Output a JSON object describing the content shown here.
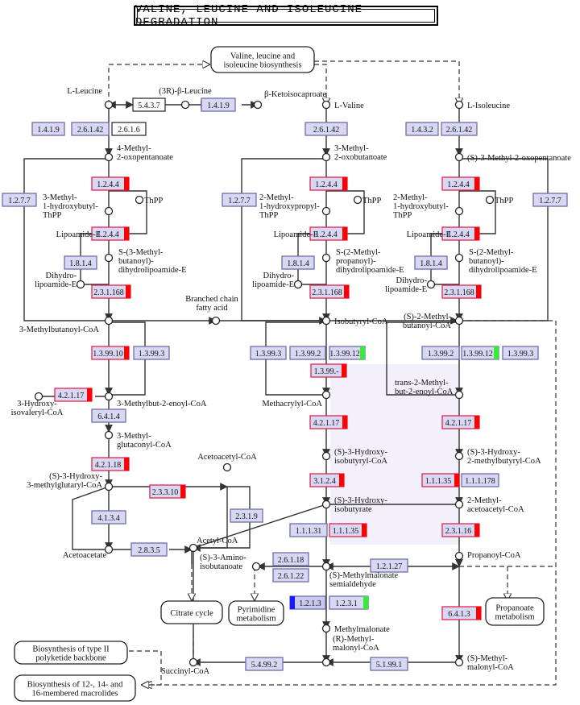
{
  "title": "VALINE, LEUCINE AND ISOLEUCINE DEGRADATION",
  "colors": {
    "enzyme_fill": "#d8d8f4",
    "enzyme_border": "#6e6ea8",
    "highlight_border": "#e0264a",
    "red_marker": "#ff0000",
    "green_marker": "#33ee33",
    "blue_marker": "#1a1aff",
    "line": "#333333",
    "region_fill": "#f3f0fb"
  },
  "enzymes": [
    {
      "label": "5.4.3.7",
      "style": "white"
    },
    {
      "label": "1.4.1.9",
      "style": "plain"
    },
    {
      "label": "1.4.1.9",
      "style": "plain"
    },
    {
      "label": "2.6.1.42",
      "style": "plain"
    },
    {
      "label": "2.6.1.6",
      "style": "white"
    },
    {
      "label": "2.6.1.42",
      "style": "plain"
    },
    {
      "label": "1.4.3.2",
      "style": "plain"
    },
    {
      "label": "2.6.1.42",
      "style": "plain"
    },
    {
      "label": "1.2.4.4",
      "style": "red"
    },
    {
      "label": "1.2.4.4",
      "style": "red"
    },
    {
      "label": "1.2.4.4",
      "style": "red"
    },
    {
      "label": "1.2.7.7",
      "style": "plain"
    },
    {
      "label": "1.2.7.7",
      "style": "plain"
    },
    {
      "label": "1.2.7.7",
      "style": "plain"
    },
    {
      "label": "1.2.4.4",
      "style": "red"
    },
    {
      "label": "1.2.4.4",
      "style": "red"
    },
    {
      "label": "1.2.4.4",
      "style": "red"
    },
    {
      "label": "1.8.1.4",
      "style": "plain"
    },
    {
      "label": "1.8.1.4",
      "style": "plain"
    },
    {
      "label": "1.8.1.4",
      "style": "plain"
    },
    {
      "label": "2.3.1.168",
      "style": "red"
    },
    {
      "label": "2.3.1.168",
      "style": "red"
    },
    {
      "label": "2.3.1.168",
      "style": "red"
    },
    {
      "label": "1.3.99.10",
      "style": "red"
    },
    {
      "label": "1.3.99.3",
      "style": "plain"
    },
    {
      "label": "1.3.99.3",
      "style": "plain"
    },
    {
      "label": "1.3.99.2",
      "style": "plain"
    },
    {
      "label": "1.3.99.12",
      "style": "green"
    },
    {
      "label": "1.3.99.-",
      "style": "red"
    },
    {
      "label": "1.3.99.2",
      "style": "plain"
    },
    {
      "label": "1.3.99.12",
      "style": "green"
    },
    {
      "label": "1.3.99.3",
      "style": "plain"
    },
    {
      "label": "4.2.1.17",
      "style": "red"
    },
    {
      "label": "6.4.1.4",
      "style": "plain"
    },
    {
      "label": "4.2.1.17",
      "style": "red"
    },
    {
      "label": "4.2.1.17",
      "style": "red"
    },
    {
      "label": "4.2.1.18",
      "style": "red"
    },
    {
      "label": "2.3.3.10",
      "style": "red"
    },
    {
      "label": "4.1.3.4",
      "style": "plain"
    },
    {
      "label": "2.3.1.9",
      "style": "plain"
    },
    {
      "label": "2.8.3.5",
      "style": "plain"
    },
    {
      "label": "3.1.2.4",
      "style": "red"
    },
    {
      "label": "1.1.1.35",
      "style": "red"
    },
    {
      "label": "1.1.1.178",
      "style": "plain"
    },
    {
      "label": "1.1.1.31",
      "style": "plain"
    },
    {
      "label": "1.1.1.35",
      "style": "red"
    },
    {
      "label": "2.3.1.16",
      "style": "red"
    },
    {
      "label": "2.6.1.18",
      "style": "plain"
    },
    {
      "label": "2.6.1.22",
      "style": "plain"
    },
    {
      "label": "1.2.1.27",
      "style": "plain"
    },
    {
      "label": "1.2.1.3",
      "style": "blue"
    },
    {
      "label": "1.2.3.1",
      "style": "green"
    },
    {
      "label": "6.4.1.3",
      "style": "red"
    },
    {
      "label": "5.4.99.2",
      "style": "plain"
    },
    {
      "label": "5.1.99.1",
      "style": "plain"
    }
  ],
  "compounds": [
    "L-Leucine",
    "(3R)-β-Leucine",
    "β-Ketoisocaproate",
    "L-Valine",
    "L-Isoleucine",
    "4-Methyl-\n2-oxopentanoate",
    "3-Methyl-\n2-oxobutanoate",
    "(S)-3-Methyl-2-oxopentanoate",
    "3-Methyl-\n1-hydroxybutyl-\nThPP",
    "2-Methyl-\n1-hydroxypropyl-\nThPP",
    "2-Methyl-\n1-hydroxybutyl-\nThPP",
    "ThPP",
    "ThPP",
    "ThPP",
    "Lipoamide-E",
    "Lipoamide-E",
    "Lipoamide-E",
    "S-(3-Methyl-\nbutanoyl)-\ndihydrolipoamide-E",
    "S-(2-Methyl-\npropanoyl)-\ndihydrolipoamide-E",
    "S-(2-Methyl-\nbutanoyl)-\ndihydrolipoamide-E",
    "Dihydro-\nlipoamide-E",
    "Dihydro-\nlipoamide-E",
    "Dihydro-\nlipoamide-E",
    "Branched chain\nfatty acid",
    "3-Methylbutanoyl-CoA",
    "Isobutyryl-CoA",
    "(S)-2-Methyl-\nbutanoyl-CoA",
    "3-Hydroxy-\nisovaleryl-CoA",
    "3-Methylbut-2-enoyl-CoA",
    "Methacrylyl-CoA",
    "trans-2-Methyl-\nbut-2-enoyl-CoA",
    "3-Methyl-\nglutaconyl-CoA",
    "(S)-3-Hydroxy-\nisobutyryl-CoA",
    "(S)-3-Hydroxy-\n2-methylbutyryl-CoA",
    "(S)-3-Hydroxy-\n3-methylglutaryl-CoA",
    "Acetoacetyl-CoA",
    "(S)-3-Hydroxy-\nisobutyrate",
    "2-Methyl-\nacetoacetyl-CoA",
    "Acetyl-CoA",
    "Acetoacetate",
    "(S)-3-Amino-\nisobutanoate",
    "(S)-Methylmalonate\nsemialdehyde",
    "Propanoyl-CoA",
    "Methylmalonate",
    "(R)-Methyl-\nmalonyl-CoA",
    "(S)-Methyl-\nmalonyl-CoA",
    "Succinyl-CoA"
  ],
  "maps": [
    "Valine, leucine and\nisoleucine biosynthesis",
    "Citrate cycle",
    "Pyrimidine\nmetabolism",
    "Propanoate\nmetabolism",
    "Biosynthesis of type II\npolyketide backbone",
    "Biosynthesis of 12-, 14- and\n16-membered macrolides"
  ]
}
